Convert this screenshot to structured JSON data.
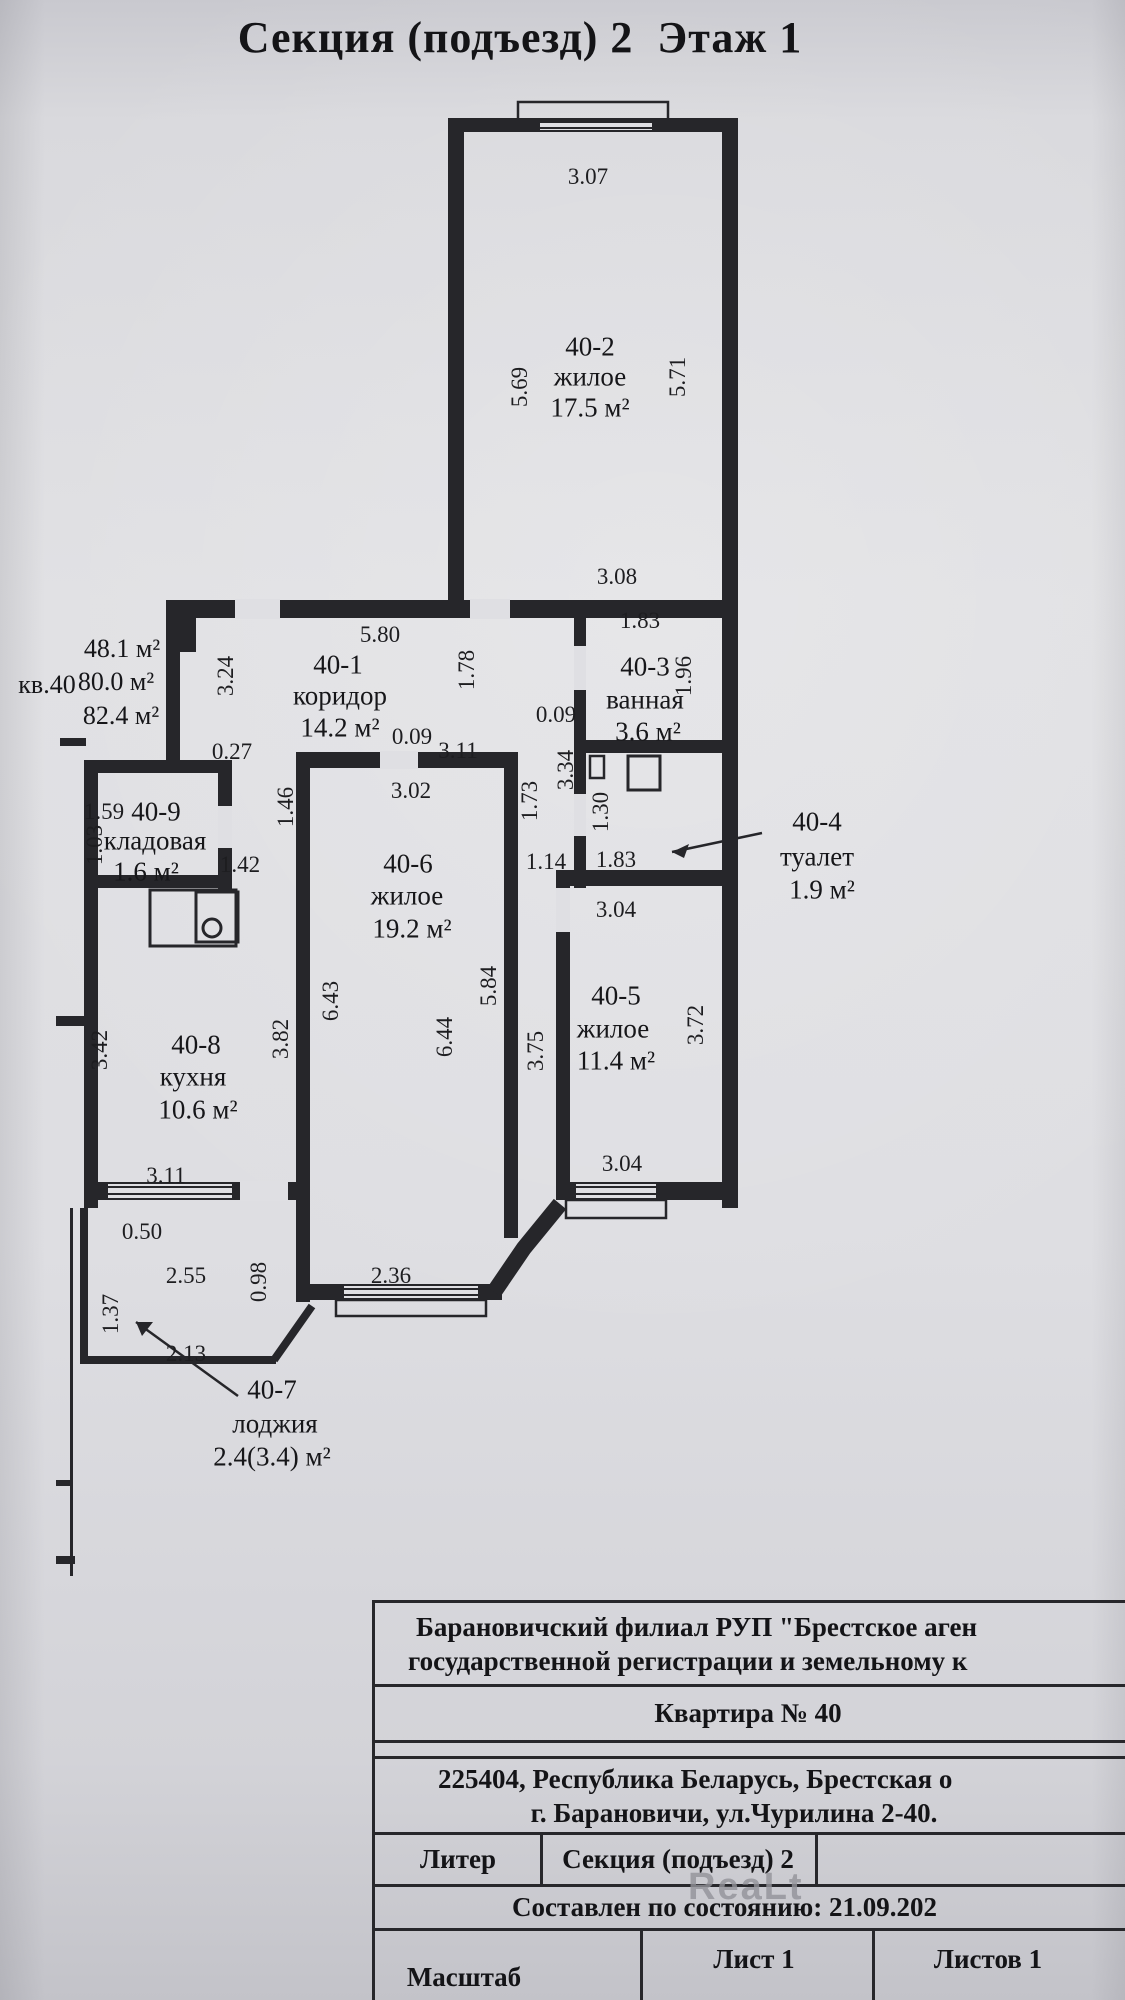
{
  "page": {
    "title": "Секция (подъезд) 2  Этаж 1"
  },
  "plan": {
    "summary": {
      "apartment": "кв.40",
      "area1": "48.1 м²",
      "area2": "80.0 м²",
      "area3": "82.4 м²"
    },
    "rooms": [
      {
        "id": "40-2",
        "name": "жилое",
        "area": "17.5 м²"
      },
      {
        "id": "40-1",
        "name": "коридор",
        "area": "14.2 м²"
      },
      {
        "id": "40-3",
        "name": "ванная",
        "area": "3.6 м²"
      },
      {
        "id": "40-9",
        "name": "кладовая",
        "area": "1.6 м²"
      },
      {
        "id": "40-4",
        "name": "туалет",
        "area": "1.9 м²"
      },
      {
        "id": "40-6",
        "name": "жилое",
        "area": "19.2 м²"
      },
      {
        "id": "40-5",
        "name": "жилое",
        "area": "11.4 м²"
      },
      {
        "id": "40-8",
        "name": "кухня",
        "area": "10.6 м²"
      },
      {
        "id": "40-7",
        "name": "лоджия",
        "area": "2.4(3.4) м²"
      }
    ],
    "dims": [
      "3.07",
      "5.69",
      "5.71",
      "3.08",
      "1.83",
      "1.96",
      "5.80",
      "1.78",
      "3.24",
      "0.27",
      "0.09",
      "3.11",
      "0.09",
      "3.02",
      "3.34",
      "1.59",
      "1.03",
      "1.42",
      "1.46",
      "1.73",
      "1.30",
      "1.14",
      "1.83",
      "3.04",
      "6.43",
      "6.44",
      "5.84",
      "3.75",
      "3.72",
      "3.82",
      "3.42",
      "3.04",
      "3.11",
      "0.50",
      "2.55",
      "0.98",
      "2.36",
      "1.37",
      "2.13"
    ]
  },
  "titleblock": {
    "org_line1": "Барановичский филиал РУП \"Брестское аген",
    "org_line2": "государственной регистрации и земельному к",
    "apartment": "Квартира № 40",
    "address_line1": "225404, Республика Беларусь, Брестская о",
    "address_line2": "г. Барановичи, ул.Чурилина 2-40.",
    "liter_label": "Литер",
    "section_value": "Секция (подъезд) 2",
    "composed_line": "Составлен по состоянию: 21.09.202",
    "scale_label": "Масштаб",
    "sheet_label": "Лист 1",
    "sheets_label": "Листов 1"
  },
  "watermark": "ReaLt"
}
